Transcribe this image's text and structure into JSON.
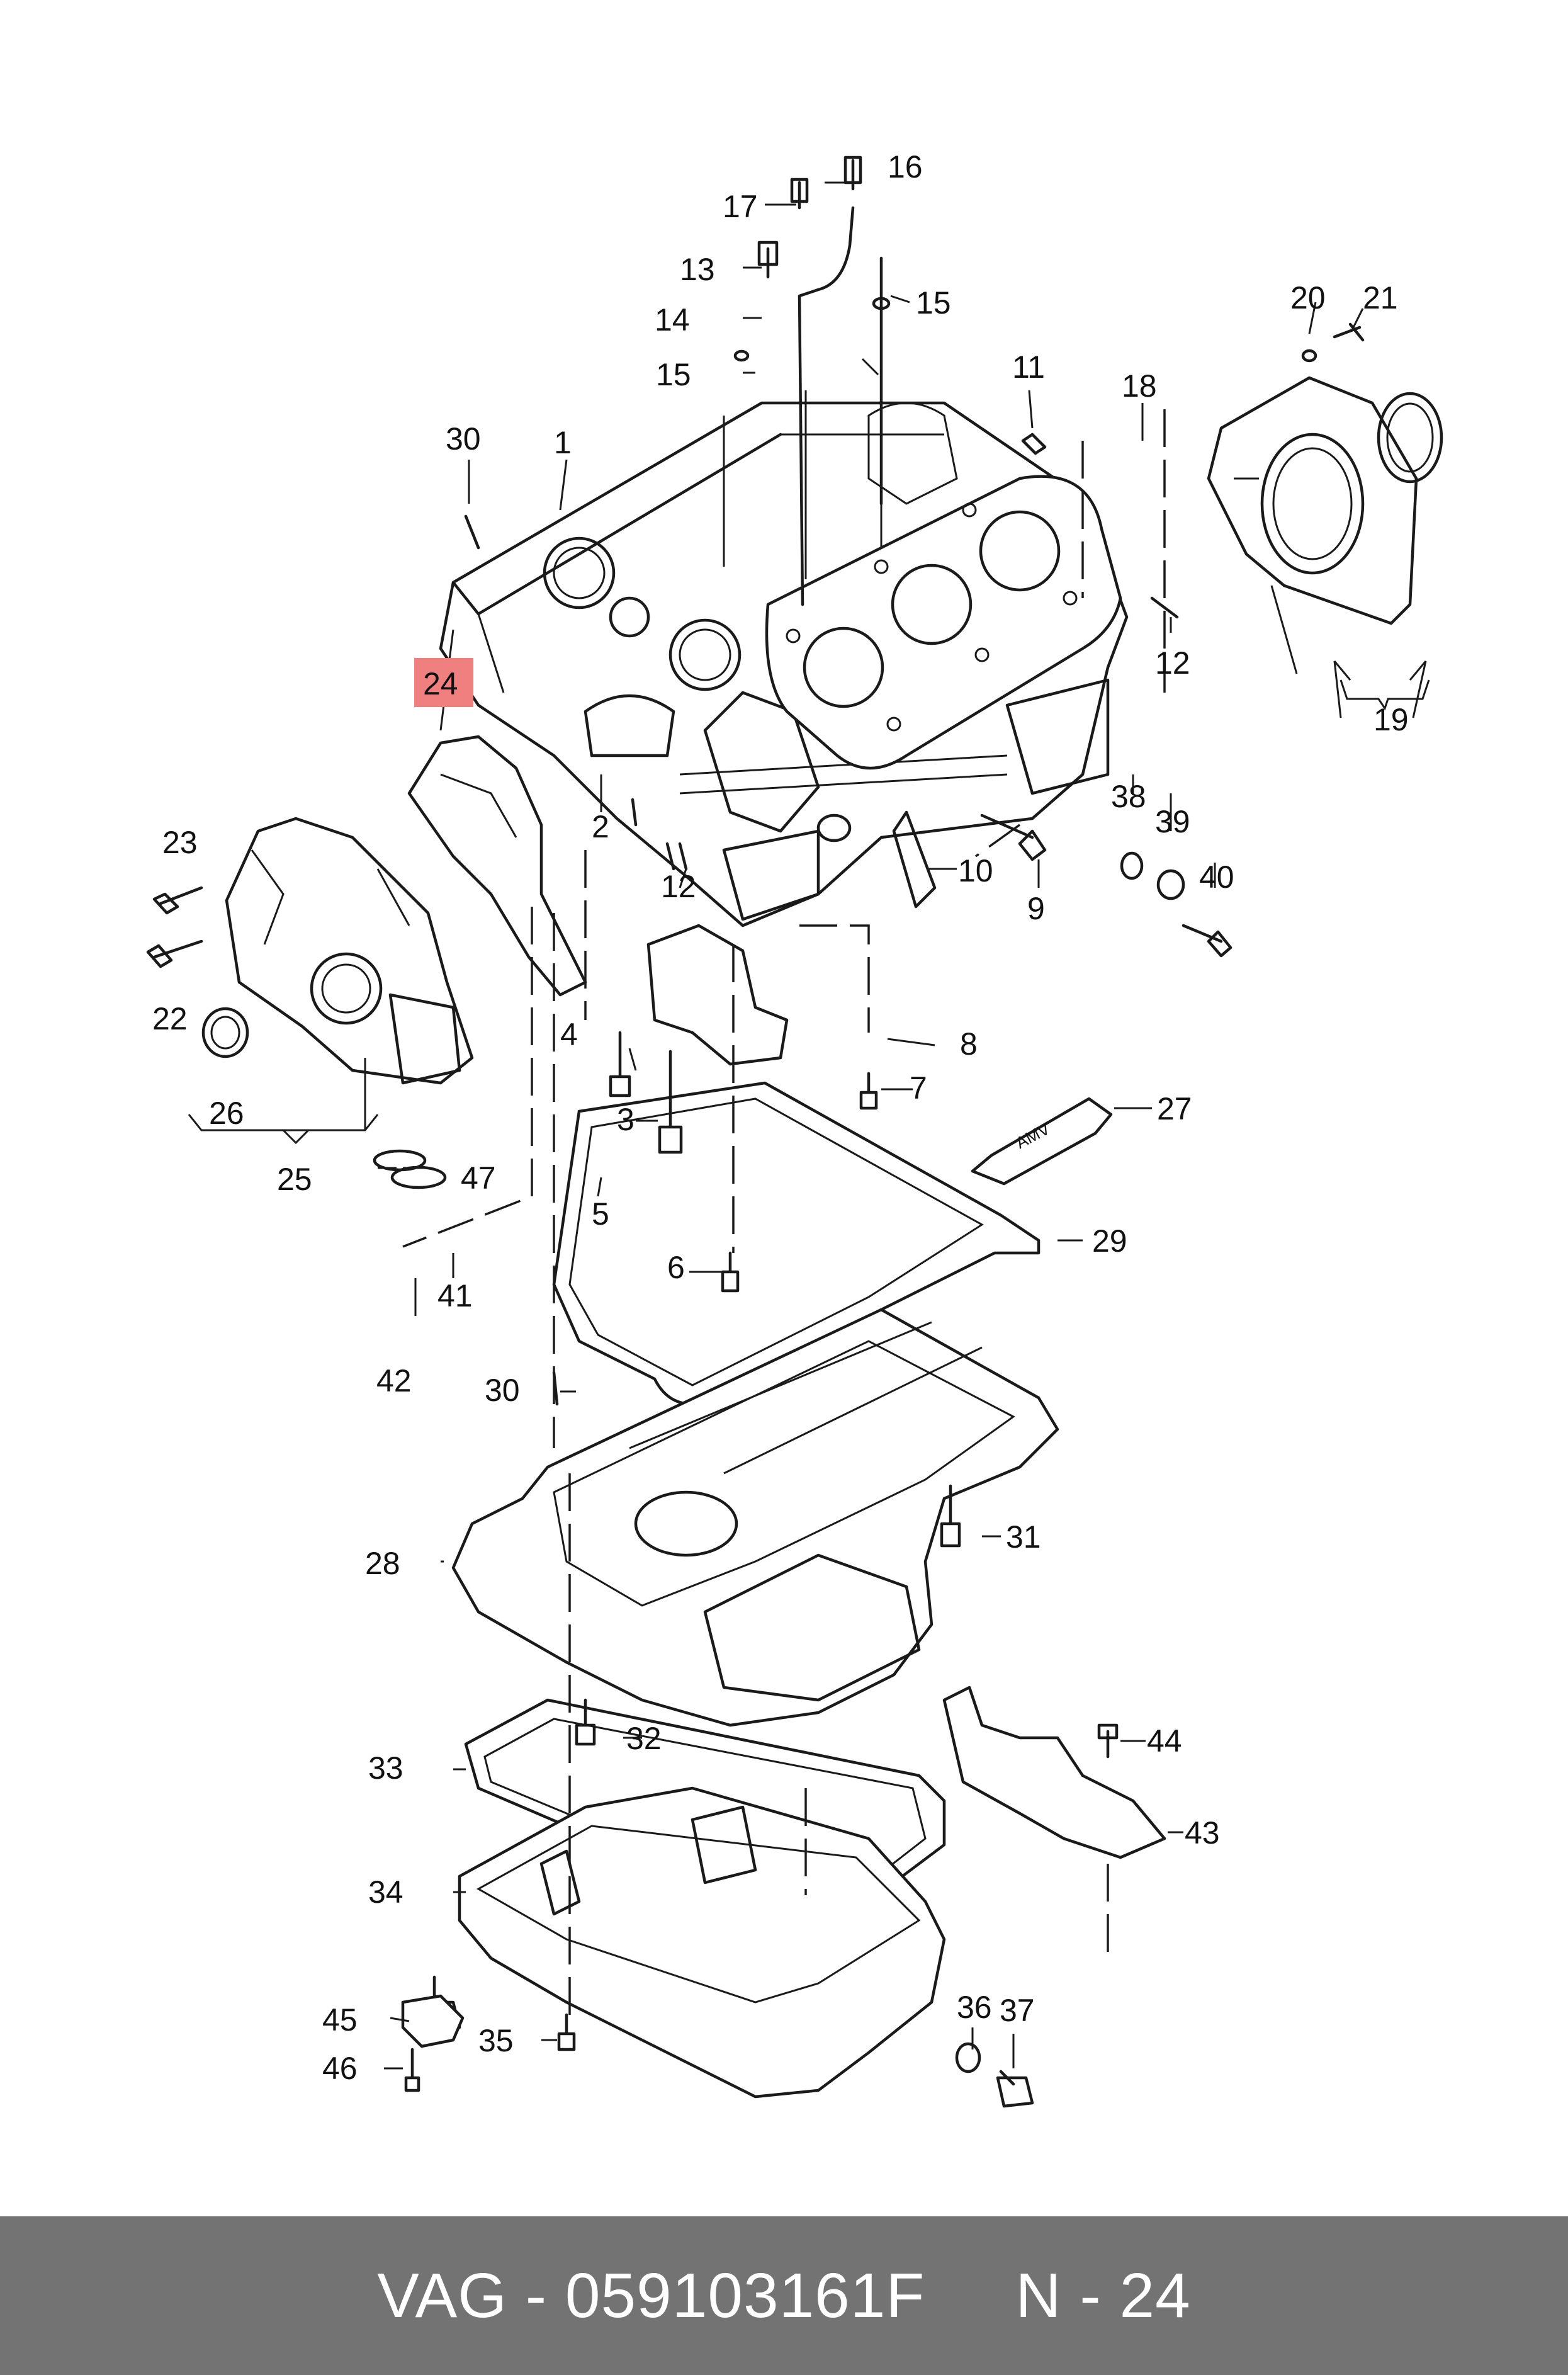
{
  "labels": [
    "1",
    "2",
    "3",
    "4",
    "5",
    "6",
    "7",
    "8",
    "9",
    "10",
    "11",
    "12",
    "12",
    "13",
    "14",
    "15",
    "15",
    "16",
    "17",
    "18",
    "19",
    "20",
    "21",
    "22",
    "23",
    "24",
    "25",
    "26",
    "27",
    "28",
    "29",
    "30",
    "30",
    "31",
    "32",
    "33",
    "34",
    "35",
    "36",
    "37",
    "38",
    "39",
    "40",
    "41",
    "42",
    "43",
    "44",
    "45",
    "46",
    "47"
  ],
  "highlight": {
    "label": "24",
    "color": "#f08080"
  },
  "tube_text": "AMV",
  "footer": {
    "brand": "VAG",
    "sep1": " - ",
    "part_number": "059103161F",
    "gap": "     ",
    "position_ref": "N - 24"
  },
  "colors": {
    "footer_bg": "#737373",
    "footer_text": "#ffffff",
    "line": "#1a1a1a"
  }
}
